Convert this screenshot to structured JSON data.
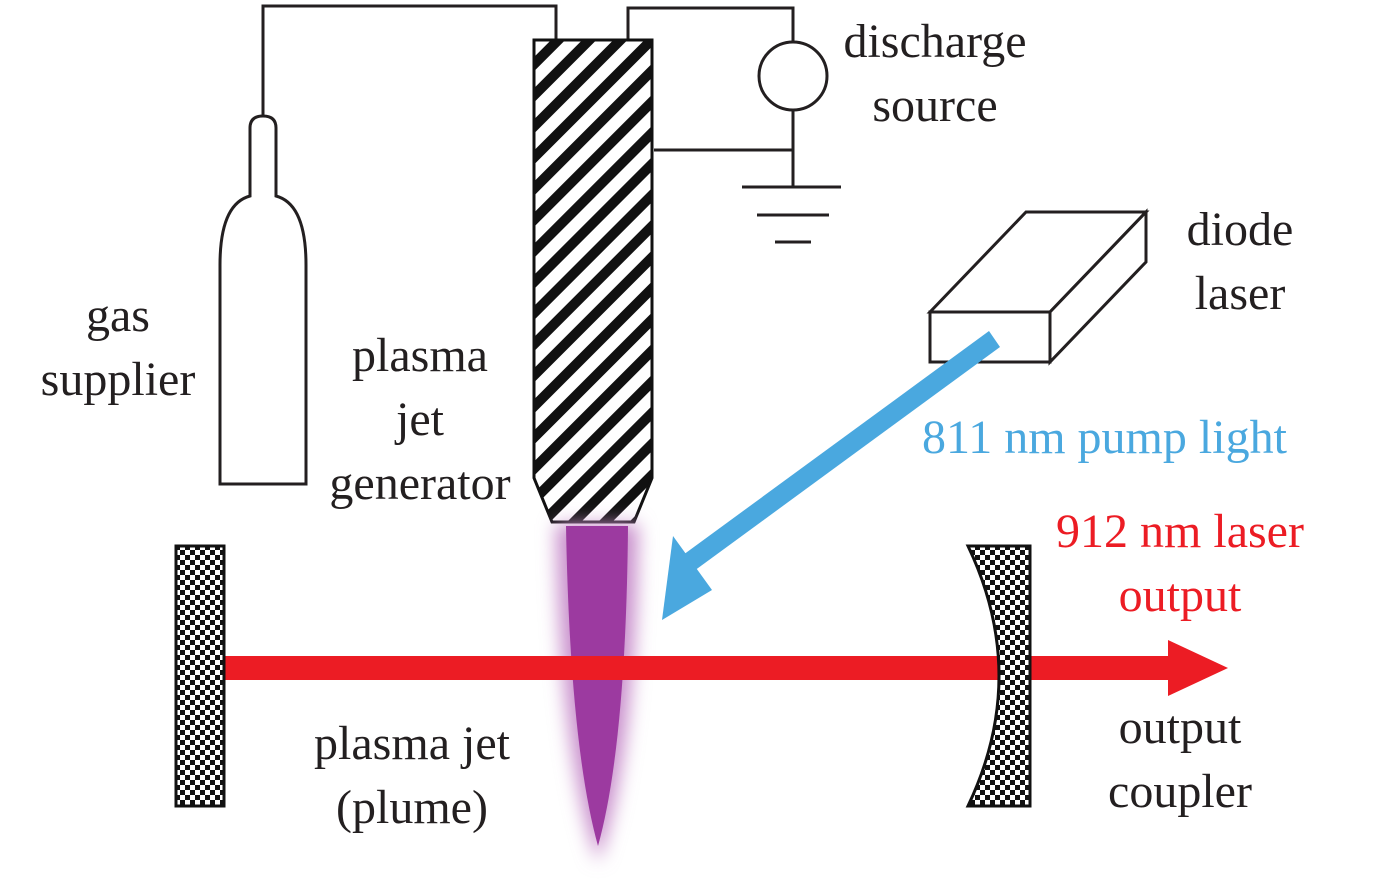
{
  "labels": {
    "gas_supplier": [
      "gas",
      "supplier"
    ],
    "plasma_jet_generator": [
      "plasma",
      "jet",
      "generator"
    ],
    "discharge_source": [
      "discharge",
      "source"
    ],
    "diode_laser": [
      "diode",
      "laser"
    ],
    "pump_light": "811 nm pump light",
    "laser_output": [
      "912 nm laser",
      "output"
    ],
    "plasma_jet_plume": [
      "plasma jet",
      "(plume)"
    ],
    "output_coupler": [
      "output",
      "coupler"
    ]
  },
  "colors": {
    "line": "#231f20",
    "pump_beam": "#4aa8df",
    "laser_beam": "#ec1c24",
    "plasma": "#9c3aa0",
    "plasma_glow": "#c990cc"
  }
}
